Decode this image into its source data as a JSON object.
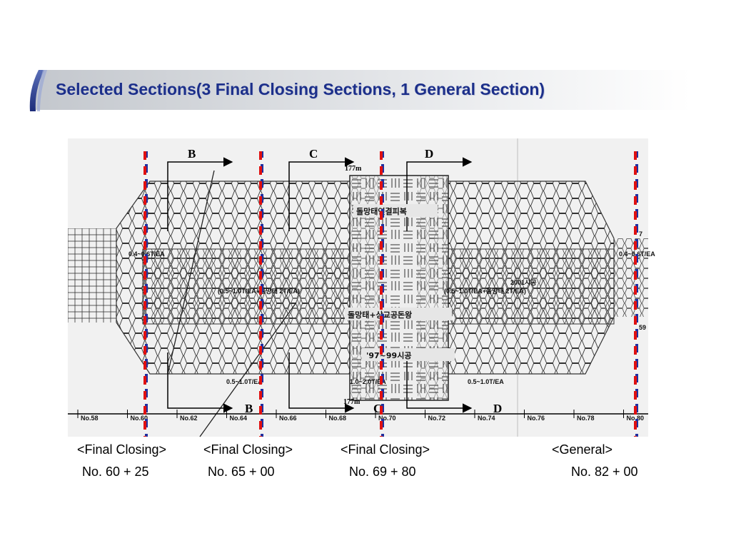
{
  "slide": {
    "title": "Selected Sections(3 Final Closing Sections, 1 General Section)"
  },
  "drawing": {
    "section_markers": [
      "B",
      "C",
      "D"
    ],
    "length_labels": [
      "177m",
      "177m"
    ],
    "stations": [
      "No.58",
      "No.60",
      "No.62",
      "No.64",
      "No.66",
      "No.68",
      "No.70",
      "No.72",
      "No.74",
      "No.76",
      "No.78",
      "No.80"
    ],
    "spec_labels": {
      "outer_left": "0.4~0.6T/EA",
      "outer_right": "0.4~0.6T/EA",
      "middle_left": "(0.5~1.0T/EA+돌망태 2T/EA)",
      "middle_right": "(0.5~1.0T/EA+돌망태 2T/EA)",
      "bottom_left": "0.5~1.0T/EA",
      "bottom_right": "0.5~1.0T/EA",
      "bottom_center": "1.0~2.0T/EA",
      "year": "2001시공",
      "center_top": "돌망태연결피복",
      "center_mid": "돌망태+상교공돈왕",
      "center_low": "'97~99시공",
      "right_edge_top": "7",
      "right_edge_mid": "59"
    }
  },
  "sections": [
    {
      "type": "<Final Closing>",
      "station": "No. 60 + 25"
    },
    {
      "type": "<Final Closing>",
      "station": "No. 65 + 00"
    },
    {
      "type": "<Final Closing>",
      "station": "No. 69 + 80"
    },
    {
      "type": "<General>",
      "station": "No. 82 + 00"
    }
  ],
  "colors": {
    "title_text": "#1c2f8a",
    "section_line_red": "#e01010",
    "section_line_blue": "#2030a0",
    "drawing_ink": "#333333",
    "drawing_paper": "#f2f2f2"
  }
}
